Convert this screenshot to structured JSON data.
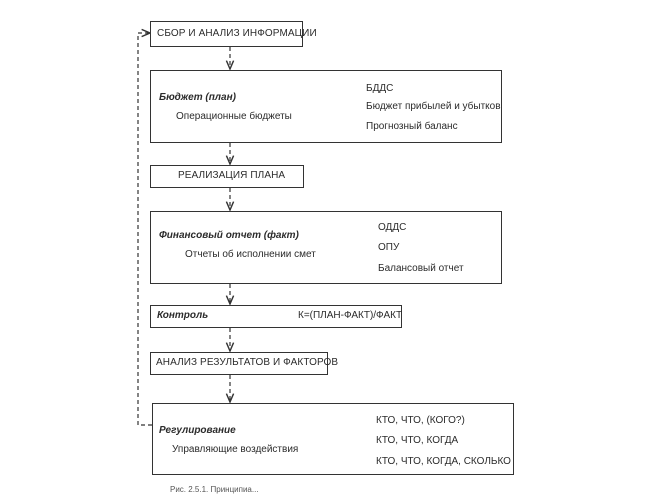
{
  "steps": {
    "collect": {
      "title": "СБОР И АНАЛИЗ ИНФОРМАЦИИ"
    },
    "budget": {
      "title": "Бюджет (план)",
      "subtitle": "Операционные бюджеты",
      "items": [
        "БДДС",
        "Бюджет прибылей и убытков",
        "Прогнозный баланс"
      ]
    },
    "implement": {
      "title": "РЕАЛИЗАЦИЯ ПЛАНА"
    },
    "report": {
      "title": "Финансовый отчет (факт)",
      "subtitle": "Отчеты об исполнении смет",
      "items": [
        "ОДДС",
        "ОПУ",
        "Балансовый отчет"
      ]
    },
    "control": {
      "title": "Контроль",
      "formula": "К=(ПЛАН-ФАКТ)/ФАКТ"
    },
    "analysis": {
      "title": "АНАЛИЗ РЕЗУЛЬТАТОВ И ФАКТОРОВ"
    },
    "regulation": {
      "title": "Регулирование",
      "subtitle": "Управляющие воздействия",
      "items": [
        "КТО,  ЧТО,  (КОГО?)",
        "КТО,  ЧТО,  КОГДА",
        "КТО,  ЧТО,  КОГДА, СКОЛЬКО"
      ]
    }
  },
  "caption": "Рис. 2.5.1. Принципиа..."
}
